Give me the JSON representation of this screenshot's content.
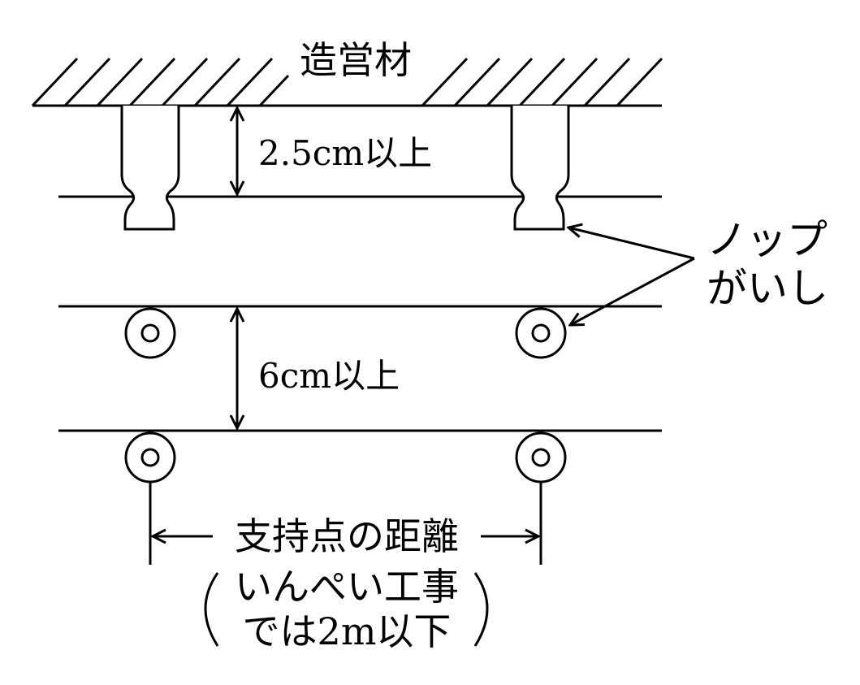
{
  "labels": {
    "ceiling": "造営材",
    "gap_top": "2.5cm以上",
    "gap_mid": "6cm以上",
    "insulator_line1": "ノップ",
    "insulator_line2": "がいし",
    "span": "支持点の距離",
    "note_line1": "いんぺい工事",
    "note_line2": "では2m以下"
  },
  "colors": {
    "ink": "#000000",
    "background": "#ffffff"
  }
}
